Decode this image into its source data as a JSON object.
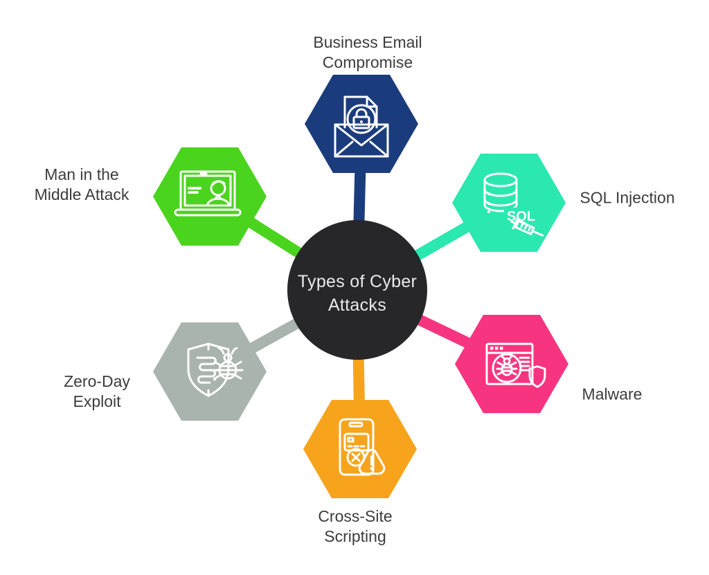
{
  "diagram": {
    "background": "#ffffff",
    "center": {
      "title_line1": "Types of Cyber",
      "title_line2": "Attacks",
      "color": "#27272a",
      "text_color": "#eaeaea"
    },
    "label_color": "#3c3c3c",
    "nodes": [
      {
        "name": "business-email-compromise",
        "label_line1": "Business Email",
        "label_line2": "Compromise",
        "color": "#1b3c7c",
        "icon": "envelope-lock-icon"
      },
      {
        "name": "sql-injection",
        "label_line1": "SQL Injection",
        "label_line2": "",
        "color": "#2be8b0",
        "icon": "database-syringe-icon",
        "icon_text": "SQL"
      },
      {
        "name": "malware",
        "label_line1": "Malware",
        "label_line2": "",
        "color": "#f73480",
        "icon": "browser-bug-shield-icon"
      },
      {
        "name": "cross-site-scripting",
        "label_line1": "Cross-Site",
        "label_line2": "Scripting",
        "color": "#f7a41c",
        "icon": "phone-alert-icon"
      },
      {
        "name": "zero-day-exploit",
        "label_line1": "Zero-Day",
        "label_line2": "Exploit",
        "color": "#aab4af",
        "icon": "shield-maze-bug-icon"
      },
      {
        "name": "man-in-the-middle-attack",
        "label_line1": "Man in the",
        "label_line2": "Middle Attack",
        "color": "#4bd41e",
        "icon": "laptop-user-icon"
      }
    ]
  }
}
